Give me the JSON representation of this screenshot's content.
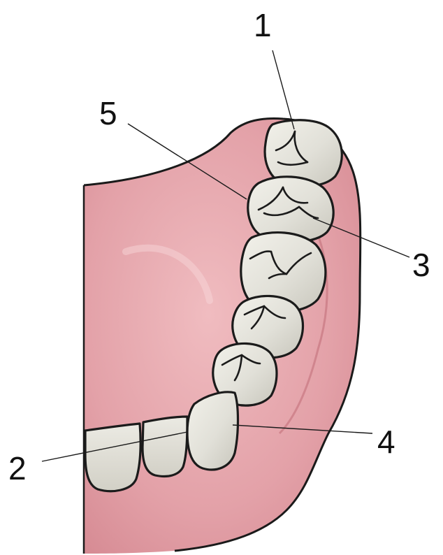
{
  "callouts": [
    {
      "label": "1"
    },
    {
      "label": "2"
    },
    {
      "label": "3"
    },
    {
      "label": "4"
    },
    {
      "label": "5"
    }
  ],
  "colors": {
    "gum": "#e6a5ab",
    "gum_dark": "#c9727c",
    "gum_light": "#f3c9cc",
    "tooth": "#e4e3db",
    "tooth_shade": "#c9c7bd",
    "outline": "#1b1b1b"
  }
}
